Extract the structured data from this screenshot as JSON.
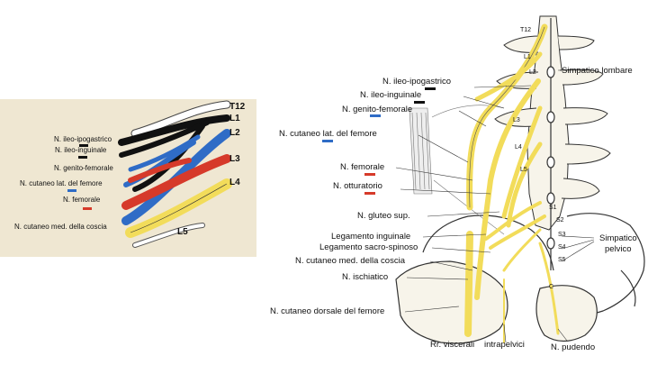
{
  "colors": {
    "black": "#111111",
    "blue": "#2f6cc6",
    "red": "#d63a2a",
    "yellow": "#f2dc5a",
    "bone": "#f7f4ea",
    "line": "#333333"
  },
  "left_diagram": {
    "levels": [
      "T12",
      "L1",
      "L2",
      "L3",
      "L4",
      "L5"
    ],
    "labels": {
      "ileo_ipogastrico": "N. ileo-ipogastrico",
      "ileo_inguinale": "N. ileo-inguinale",
      "genito_femorale": "N. genito-femorale",
      "cutaneo_lat": "N. cutaneo lat. del femore",
      "femorale": "N. femorale",
      "cutaneo_med": "N. cutaneo med. della coscia"
    }
  },
  "right_diagram": {
    "vertebrae": [
      "T12",
      "L1",
      "L2",
      "L3",
      "L4",
      "L5"
    ],
    "sacral": [
      "S1",
      "S2",
      "S3",
      "S4",
      "S5",
      "C"
    ],
    "labels_left": {
      "ileo_ipogastrico": "N. ileo-ipogastrico",
      "ileo_inguinale": "N. ileo-inguinale",
      "genito_femorale": "N. genito-femorale",
      "cutaneo_lat": "N. cutaneo lat. del femore",
      "femorale": "N. femorale",
      "otturatorio": "N. otturatorio",
      "gluteo_sup": "N. gluteo sup.",
      "leg_inguinale": "Legamento inguinale",
      "leg_sacro_spinoso": "Legamento sacro-spinoso",
      "cutaneo_med": "N. cutaneo med. della coscia",
      "ischiatico": "N. ischiatico",
      "cutaneo_dorsale": "N. cutaneo dorsale del femore"
    },
    "labels_right": {
      "simpatico_lombare": "Simpatico lombare",
      "simpatico_pelvico_1": "Simpatico",
      "simpatico_pelvico_2": "pelvico"
    },
    "labels_bottom": {
      "rr_viscerali": "Rr. viscerali",
      "intrapelvici": "intrapelvici",
      "pudendo": "N. pudendo"
    }
  }
}
